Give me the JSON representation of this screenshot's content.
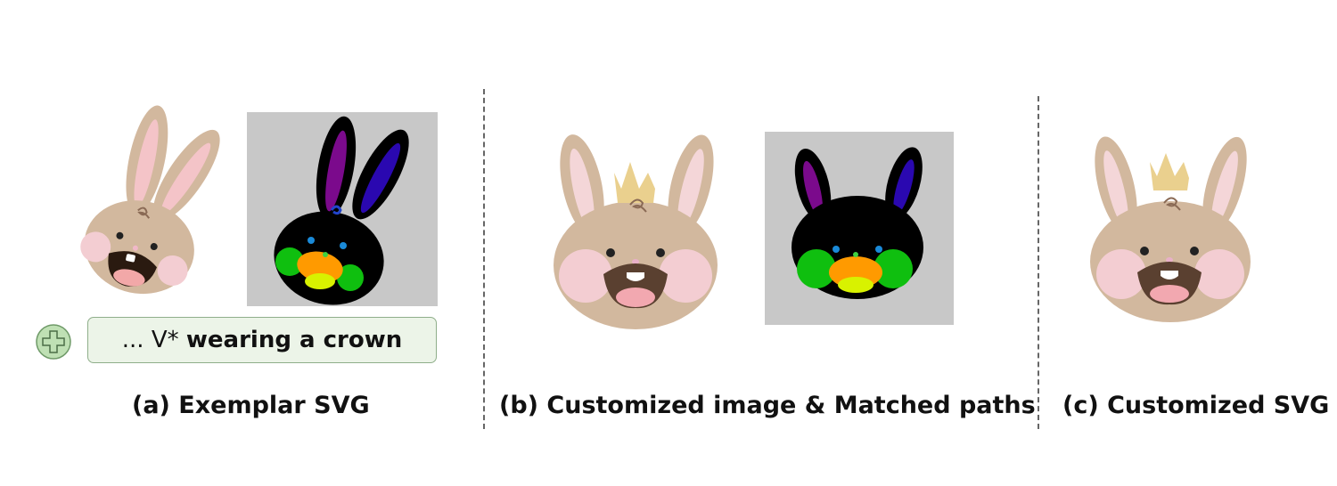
{
  "panel_a": {
    "caption": "(a) Exemplar SVG",
    "prompt_prefix": "... V*",
    "prompt_bold": "wearing a crown",
    "add_icon": "plus-circle-icon"
  },
  "panel_b": {
    "caption": "(b) Customized image & Matched paths"
  },
  "panel_c": {
    "caption": "(c) Customized SVG"
  },
  "colors": {
    "bunny_fur": "#d2b89e",
    "inner_ear": "#f4c4c8",
    "cheek": "#f3cdd2",
    "mouth": "#5a4030",
    "crown": "#ead08e",
    "mask_bg": "#c8c8c8",
    "mask_body": "#000000",
    "mask_ear_left": "#7b0a8c",
    "mask_ear_right": "#2a08b0",
    "mask_cheek": "#0fbf0f",
    "mask_mouth": "#ff9a00",
    "mask_tongue": "#d8f200",
    "prompt_bg": "#ecf4e8",
    "prompt_border": "#8fae8a"
  }
}
